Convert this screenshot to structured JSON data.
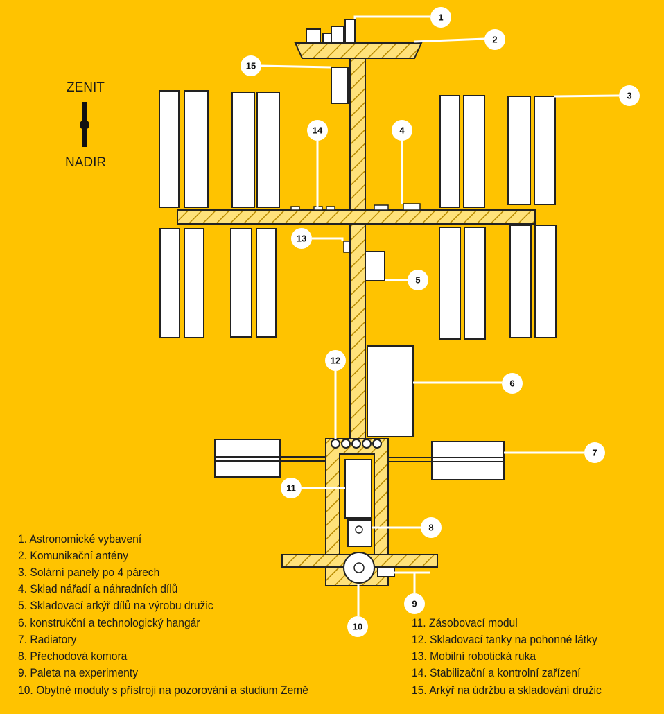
{
  "orientation": {
    "top_label": "ZENIT",
    "bottom_label": "NADIR"
  },
  "callouts": [
    "1",
    "2",
    "3",
    "4",
    "5",
    "6",
    "7",
    "8",
    "9",
    "10",
    "11",
    "12",
    "13",
    "14",
    "15"
  ],
  "legend_left": [
    "1. Astronomické vybavení",
    "2. Komunikační antény",
    "3. Solární panely po 4 párech",
    "4. Sklad nářadí a náhradních dílů",
    "5. Skladovací arkýř dílů na výrobu družic",
    "6. konstrukční a technologický hangár",
    "7. Radiatory",
    "8. Přechodová komora",
    "9. Paleta na experimenty",
    "10. Obytné moduly s přístroji na pozorování a studium Země"
  ],
  "legend_right": [
    "11. Zásobovací modul",
    "12. Skladovací tanky na pohonné látky",
    "13. Mobilní robotická ruka",
    "14. Stabilizační a kontrolní zařízení",
    "15. Arkýř na údržbu a skladování družic"
  ],
  "colors": {
    "background": "#FFC300",
    "structure_outline": "#1a1a1a",
    "module_fill": "#ffffff",
    "callout_fill": "#ffffff"
  }
}
